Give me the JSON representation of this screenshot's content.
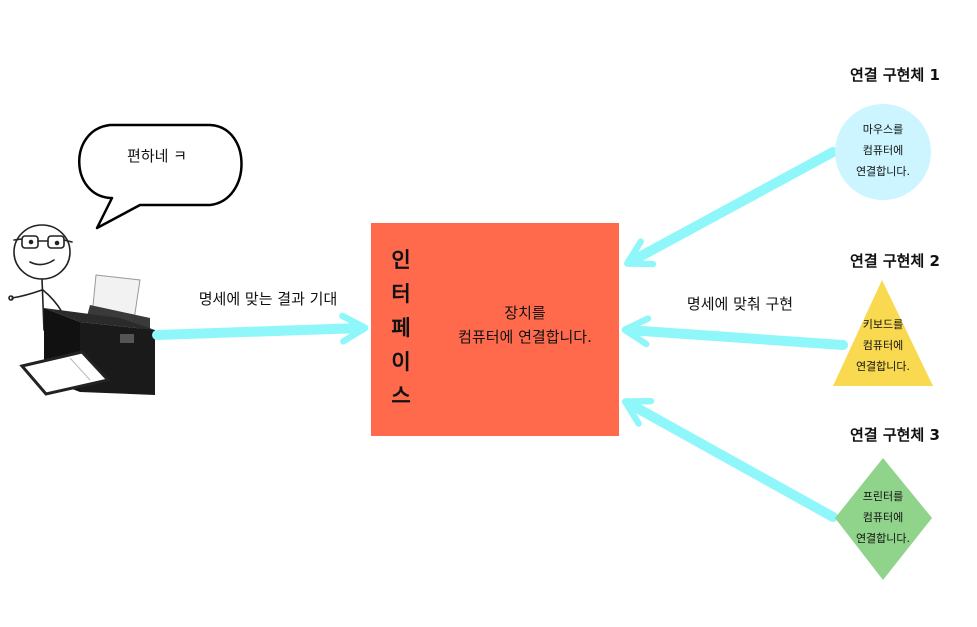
{
  "speech_bubble": {
    "text": "편하네 ㅋ"
  },
  "client_edge": {
    "label": "명세에 맞는 결과 기대"
  },
  "interface_box": {
    "title_chars": [
      "인",
      "터",
      "페",
      "이",
      "스"
    ],
    "desc_lines": [
      "장치를",
      "컴퓨터에 연결합니다."
    ],
    "color": "#ff6a4d"
  },
  "impl_edge": {
    "label": "명세에 맞춰 구현"
  },
  "implementations": [
    {
      "title": "연결 구현체 1",
      "shape": "circle",
      "color": "#ccf5ff",
      "desc_lines": [
        "마우스를",
        "컴퓨터에",
        "연결합니다."
      ]
    },
    {
      "title": "연결 구현체 2",
      "shape": "triangle",
      "color": "#f9d94f",
      "desc_lines": [
        "키보드를",
        "컴퓨터에",
        "연결합니다."
      ]
    },
    {
      "title": "연결 구현체 3",
      "shape": "diamond",
      "color": "#8fd48a",
      "desc_lines": [
        "프린터를",
        "컴퓨터에",
        "연결합니다."
      ]
    }
  ],
  "arrow_color": "#8ff7f9",
  "icons": {
    "character": "stick-figure-with-glasses",
    "device": "printer-icon",
    "bubble": "speech-bubble-icon"
  }
}
